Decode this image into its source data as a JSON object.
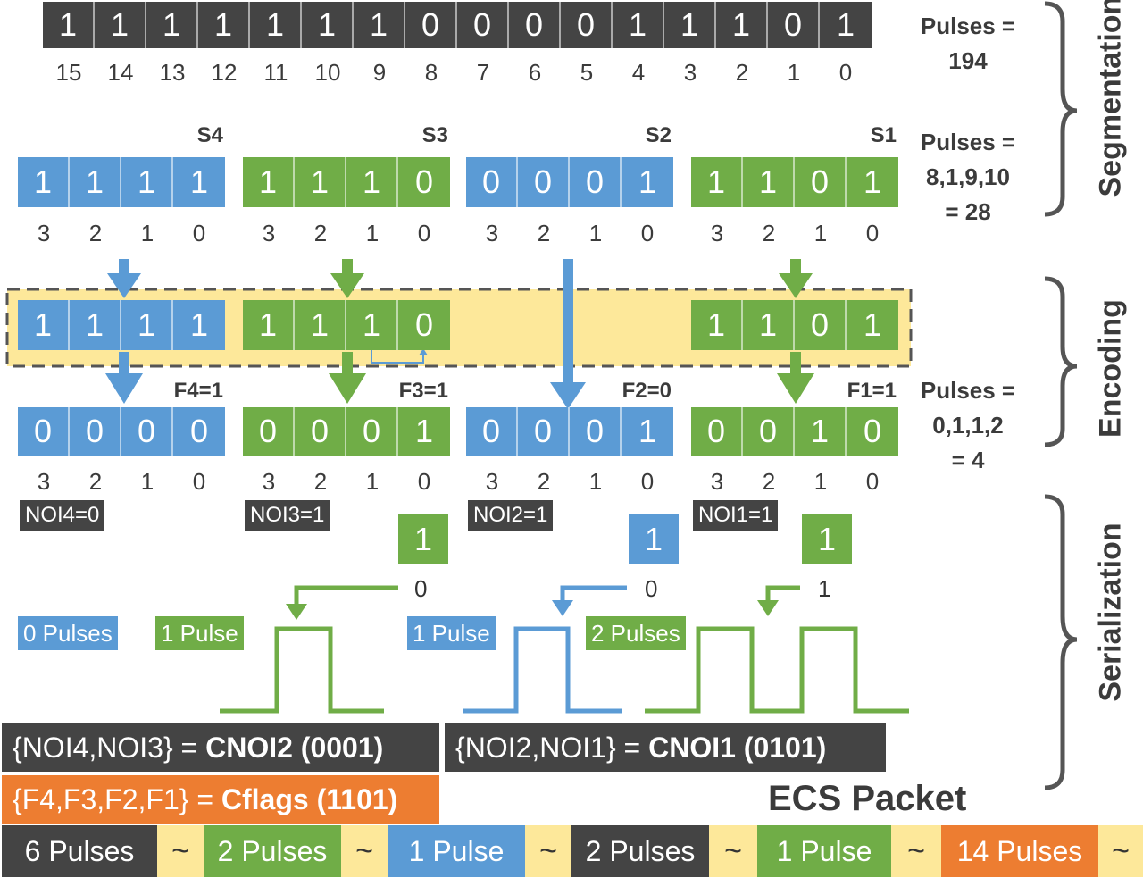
{
  "top_bits": [
    "1",
    "1",
    "1",
    "1",
    "1",
    "1",
    "1",
    "0",
    "0",
    "0",
    "0",
    "1",
    "1",
    "1",
    "0",
    "1"
  ],
  "top_indices": [
    "15",
    "14",
    "13",
    "12",
    "11",
    "10",
    "9",
    "8",
    "7",
    "6",
    "5",
    "4",
    "3",
    "2",
    "1",
    "0"
  ],
  "pulses_top": {
    "line1": "Pulses =",
    "line2": "194"
  },
  "pulses_mid": {
    "line1": "Pulses =",
    "line2": "8,1,9,10",
    "line3": "= 28"
  },
  "pulses_enc": {
    "line1": "Pulses =",
    "line2": "0,1,1,2",
    "line3": "= 4"
  },
  "side_labels": {
    "segmentation": "Segmentation",
    "encoding": "Encoding",
    "serialization": "Serialization"
  },
  "segments": [
    {
      "name": "S4",
      "bits": [
        "1",
        "1",
        "1",
        "1"
      ],
      "color": "#5b9bd5"
    },
    {
      "name": "S3",
      "bits": [
        "1",
        "1",
        "1",
        "0"
      ],
      "color": "#70ad47"
    },
    {
      "name": "S2",
      "bits": [
        "0",
        "0",
        "0",
        "1"
      ],
      "color": "#5b9bd5"
    },
    {
      "name": "S1",
      "bits": [
        "1",
        "1",
        "0",
        "1"
      ],
      "color": "#70ad47"
    }
  ],
  "seg_indices": [
    "3",
    "2",
    "1",
    "0"
  ],
  "encoded_inputs": [
    {
      "bits": [
        "1",
        "1",
        "1",
        "1"
      ]
    },
    {
      "bits": [
        "1",
        "1",
        "1",
        "0"
      ]
    },
    {
      "bits": [
        "1",
        "1",
        "0",
        "1"
      ]
    }
  ],
  "encoded": [
    {
      "flag": "F4=1",
      "bits": [
        "0",
        "0",
        "0",
        "0"
      ],
      "noi": "NOI4=0"
    },
    {
      "flag": "F3=1",
      "bits": [
        "0",
        "0",
        "0",
        "1"
      ],
      "noi": "NOI3=1"
    },
    {
      "flag": "F2=0",
      "bits": [
        "0",
        "0",
        "0",
        "1"
      ],
      "noi": "NOI2=1"
    },
    {
      "flag": "F1=1",
      "bits": [
        "0",
        "0",
        "1",
        "0"
      ],
      "noi": "NOI1=1"
    }
  ],
  "serial_bits": [
    {
      "value": "1",
      "below": "0"
    },
    {
      "value": "1",
      "below": "0"
    },
    {
      "value": "1",
      "below": "1"
    }
  ],
  "pulse_tags": [
    "0 Pulses",
    "1 Pulse",
    "1 Pulse",
    "2 Pulses"
  ],
  "cnoi2": {
    "prefix": "{NOI4,NOI3} = ",
    "bold": "CNOI2 (0001)"
  },
  "cnoi1": {
    "prefix": "{NOI2,NOI1} = ",
    "bold": "CNOI1 (0101)"
  },
  "cflags": {
    "prefix": "{F4,F3,F2,F1} = ",
    "bold": "Cflags (1101)"
  },
  "packet_title": "ECS Packet",
  "packet": [
    {
      "label": "6 Pulses",
      "color": "#444444"
    },
    {
      "label": "2 Pulses",
      "color": "#70ad47"
    },
    {
      "label": "1 Pulse",
      "color": "#5b9bd5"
    },
    {
      "label": "2 Pulses",
      "color": "#444444"
    },
    {
      "label": "1 Pulse",
      "color": "#70ad47"
    },
    {
      "label": "14 Pulses",
      "color": "#ed7d31"
    }
  ],
  "tilde": "~"
}
